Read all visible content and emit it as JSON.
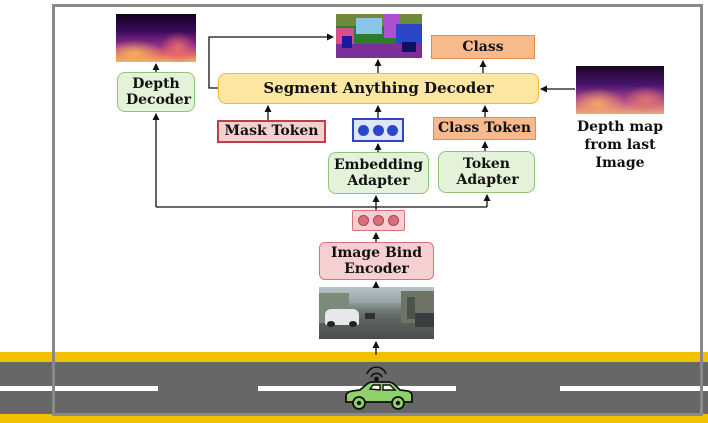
{
  "nodes": {
    "depth_decoder": "Depth Decoder",
    "segment_decoder": "Segment Anything Decoder",
    "class_output": "Class",
    "mask_token": "Mask Token",
    "class_token": "Class Token",
    "embedding_adapter": "Embedding Adapter",
    "token_adapter": "Token Adapter",
    "image_bind_encoder": "Image Bind Encoder"
  },
  "side_caption": "Depth map from last Image",
  "colors": {
    "green": "#e4f2d9",
    "yellow": "#fde7a3",
    "pink": "#f6cfd1",
    "orange": "#f8b98d",
    "blue": "#2b46c8",
    "road": "#676767",
    "curb": "#f2c200",
    "car": "#8fd16a"
  }
}
